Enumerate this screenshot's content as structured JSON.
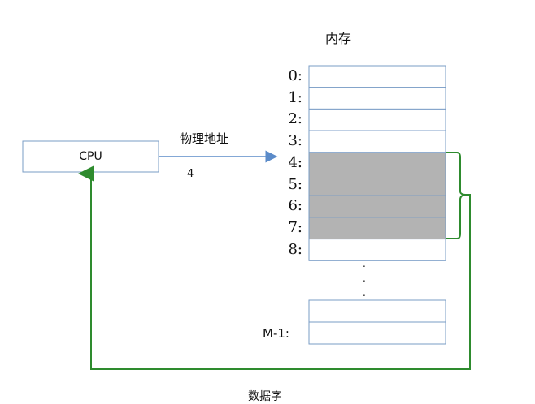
{
  "title": "内存",
  "cpu": {
    "label": "CPU"
  },
  "arrow": {
    "label": "物理地址",
    "value": "4"
  },
  "memory": {
    "rows": [
      {
        "index": "0:",
        "highlighted": false
      },
      {
        "index": "1:",
        "highlighted": false
      },
      {
        "index": "2:",
        "highlighted": false
      },
      {
        "index": "3:",
        "highlighted": false
      },
      {
        "index": "4:",
        "highlighted": true
      },
      {
        "index": "5:",
        "highlighted": true
      },
      {
        "index": "6:",
        "highlighted": true
      },
      {
        "index": "7:",
        "highlighted": true
      },
      {
        "index": "8:",
        "highlighted": false
      }
    ],
    "ellipsis": ".",
    "tail_label": "M-1:"
  },
  "bottom_label": "数据字",
  "colors": {
    "box_border": "#7a9cc6",
    "highlight_fill": "#b3b3b3",
    "arrow_blue": "#5b8bc9",
    "data_green": "#2e8b2e"
  }
}
